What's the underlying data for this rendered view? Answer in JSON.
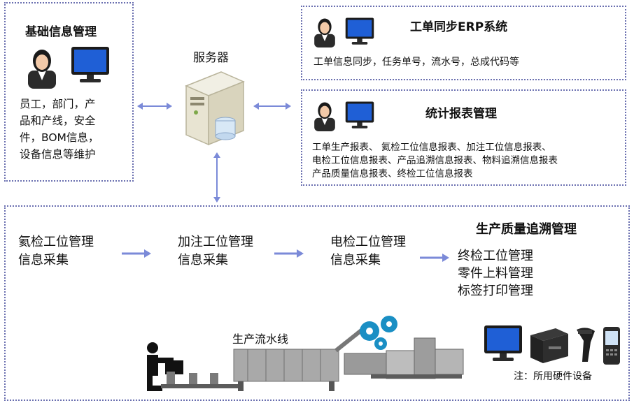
{
  "basic_info": {
    "title": "基础信息管理",
    "lines": [
      "员工，部门，产",
      "品和产线，安全",
      "件，BOM信息，",
      "设备信息等维护"
    ]
  },
  "server": {
    "label": "服务器"
  },
  "erp": {
    "title": "工单同步ERP系统",
    "desc": "工单信息同步，任务单号，流水号，总成代码等"
  },
  "reports": {
    "title": "统计报表管理",
    "lines": [
      "工单生产报表、 氦检工位信息报表、加注工位信息报表、",
      "电检工位信息报表、产品追溯信息报表、物料追溯信息报表",
      "产品质量信息报表、终检工位信息报表"
    ]
  },
  "traceability": {
    "title": "生产质量追溯管理",
    "stations": [
      {
        "lines": [
          "氦检工位管理",
          "信息采集"
        ]
      },
      {
        "lines": [
          "加注工位管理",
          "信息采集"
        ]
      },
      {
        "lines": [
          "电检工位管理",
          "信息采集"
        ]
      }
    ],
    "final_items": [
      "终检工位管理",
      "零件上料管理",
      "标签打印管理"
    ],
    "line_label": "生产流水线",
    "hardware_note": "注：所用硬件设备"
  },
  "colors": {
    "border": "#6a6fb0",
    "arrow": "#7b8ad8",
    "monitor_blue": "#1f5fd6"
  }
}
